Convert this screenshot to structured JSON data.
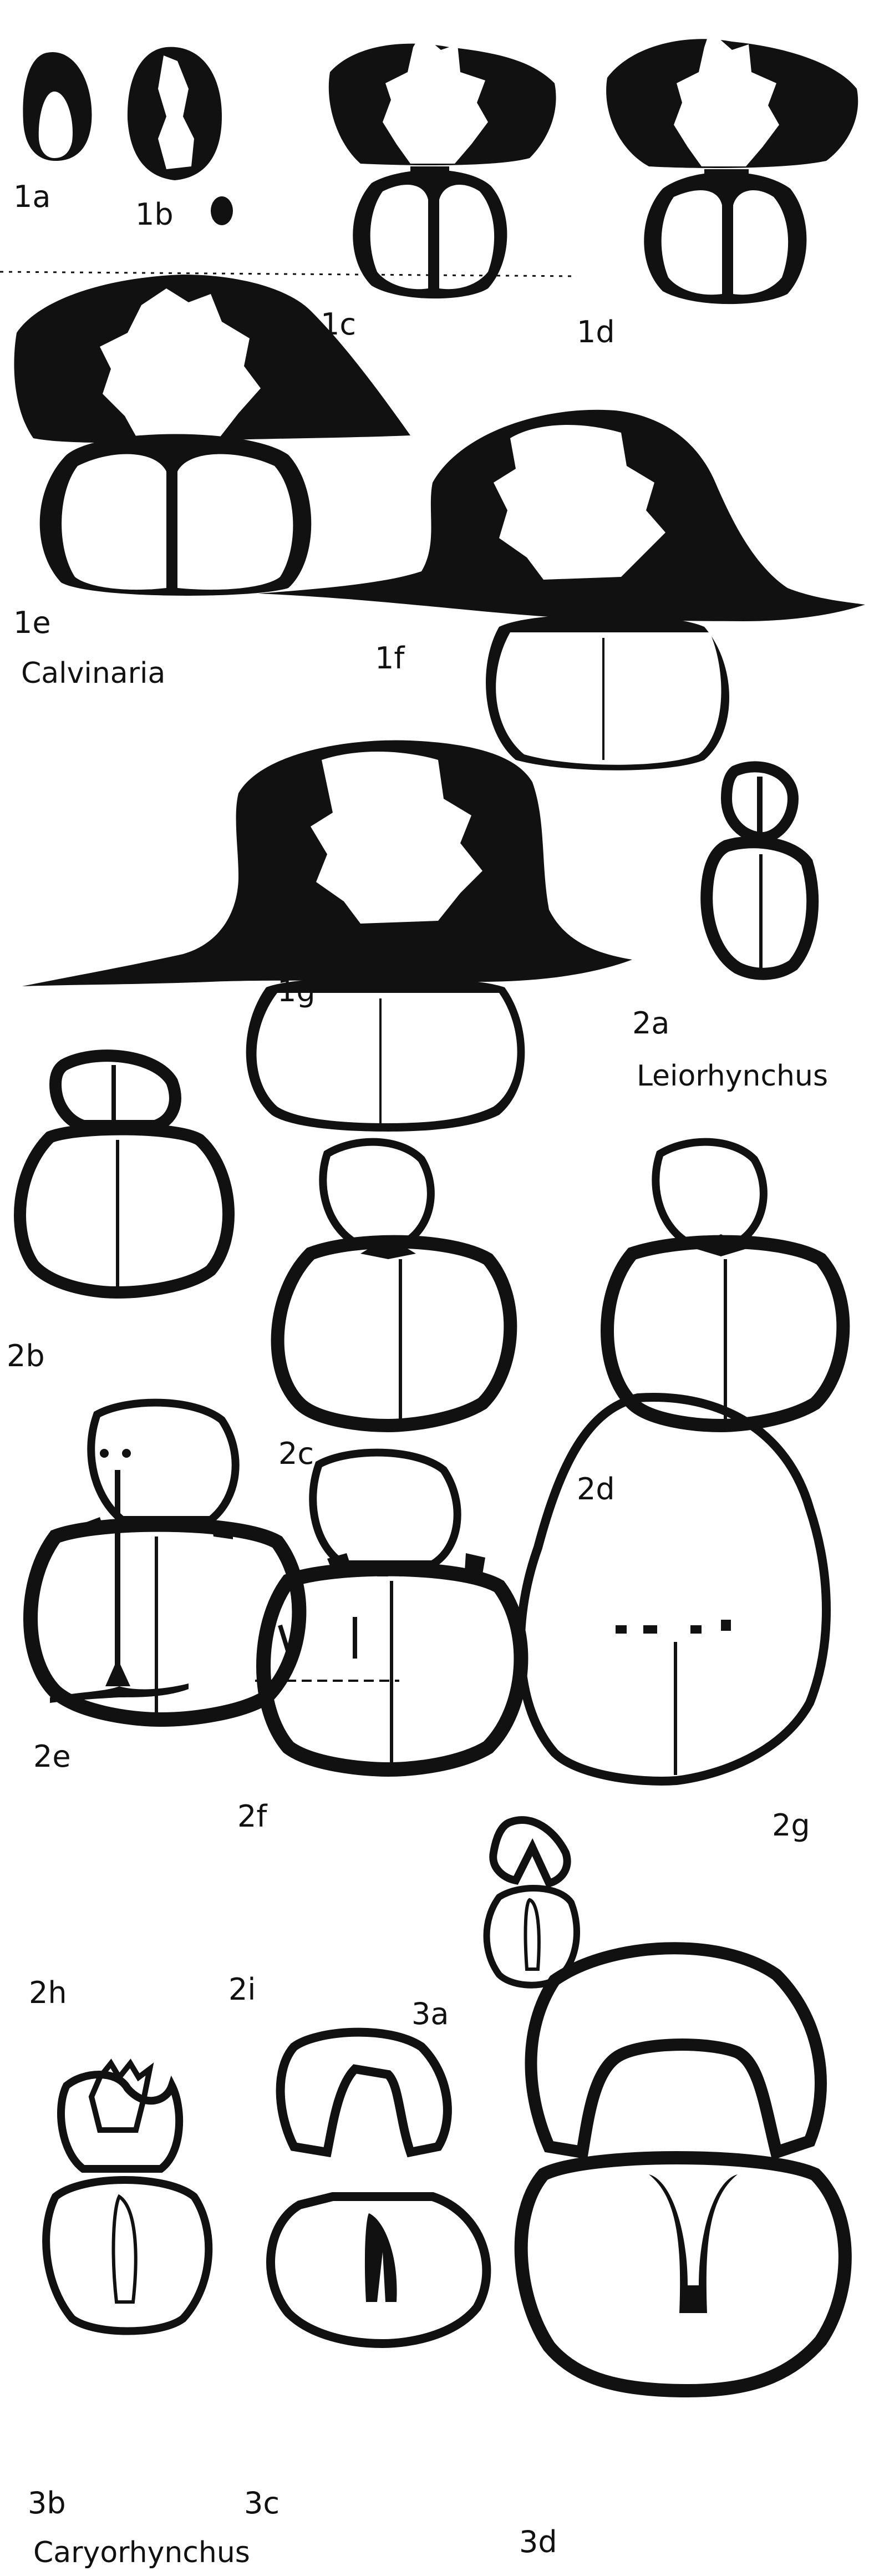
{
  "labels": {
    "fig1a": "1a",
    "fig1b": "1b",
    "fig1c": "1c",
    "fig1d": "1d",
    "fig1e": "1e",
    "fig1f": "1f",
    "fig1g": "1g",
    "fig2a": "2a",
    "fig2b": "2b",
    "fig2c": "2c",
    "fig2d": "2d",
    "fig2e": "2e",
    "fig2f": "2f",
    "fig2g": "2g",
    "fig2h": "2h",
    "fig2i": "2i",
    "fig3a": "3a",
    "fig3b": "3b",
    "fig3c": "3c",
    "fig3d": "3d"
  },
  "genera": {
    "calvinaria": "Calvinaria",
    "leiorhynchus": "Leiorhynchus",
    "caryorhynchus": "Caryorhynchus"
  },
  "colors": {
    "ink": "#111111",
    "paper": "#ffffff"
  }
}
